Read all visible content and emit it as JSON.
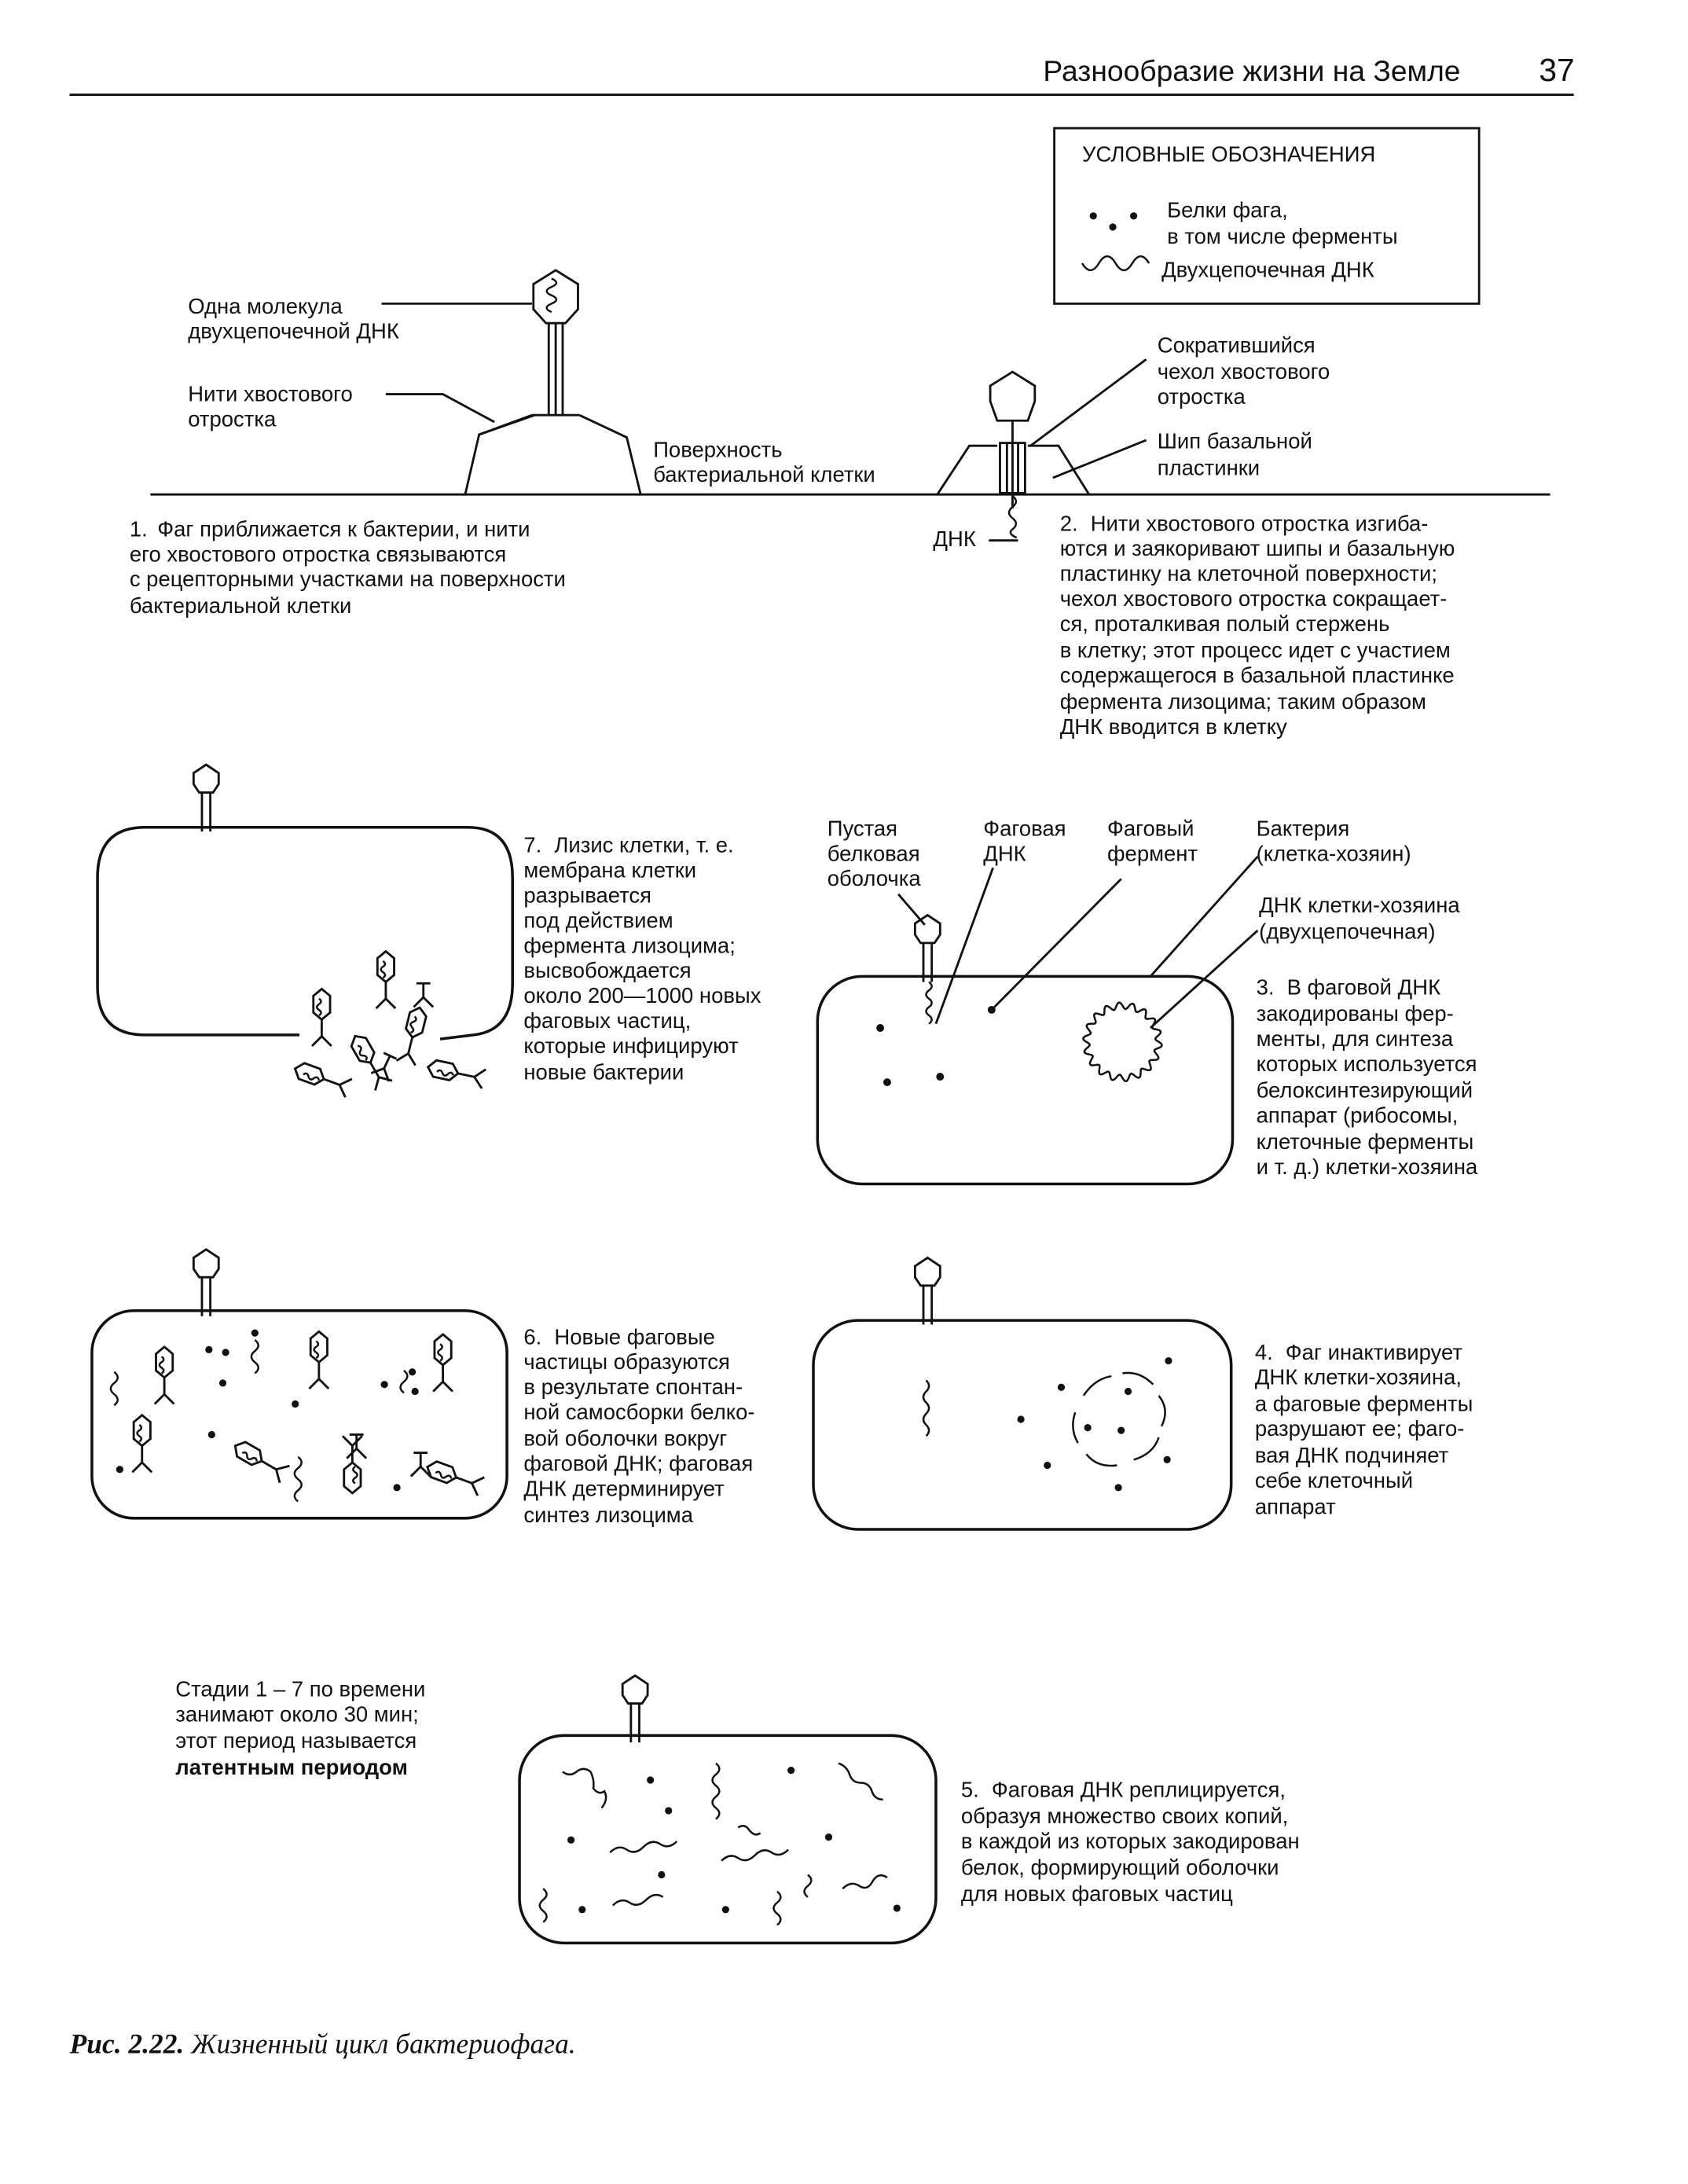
{
  "header": {
    "title": "Разнообразие жизни на Земле",
    "page_number": "37"
  },
  "legend": {
    "title": "УСЛОВНЫЕ ОБОЗНАЧЕНИЯ",
    "proteins_line1": "Белки фага,",
    "proteins_line2": "в том числе ферменты",
    "dna": "Двухцепочечная ДНК"
  },
  "labels": {
    "one_molecule_1": "Одна молекула",
    "one_molecule_2": "двухцепочечной ДНК",
    "tail_fibers_1": "Нити хвостового",
    "tail_fibers_2": "отростка",
    "surface_1": "Поверхность",
    "surface_2": "бактериальной клетки",
    "contracted_1": "Сократившийся",
    "contracted_2": "чехол хвостового",
    "contracted_3": "отростка",
    "spike_1": "Шип базальной",
    "spike_2": "пластинки",
    "dna_short": "ДНК",
    "empty_coat_1": "Пустая",
    "empty_coat_2": "белковая",
    "empty_coat_3": "оболочка",
    "phage_dna_1": "Фаговая",
    "phage_dna_2": "ДНК",
    "phage_enzyme_1": "Фаговый",
    "phage_enzyme_2": "фермент",
    "bacterium_1": "Бактерия",
    "bacterium_2": "(клетка-хозяин)",
    "host_dna_1": "ДНК клетки-хозяина",
    "host_dna_2": "(двухцепочечная)"
  },
  "steps": {
    "s1": {
      "num": "1.",
      "lines": [
        "Фаг приближается к бактерии, и нити",
        "его хвостового отростка связываются",
        "с рецепторными участками на поверхности",
        "бактериальной клетки"
      ]
    },
    "s2": {
      "num": "2.",
      "lines": [
        "Нити хвостового отростка изгиба-",
        "ются и заякоривают шипы и базальную",
        "пластинку на клеточной поверхности;",
        "чехол хвостового отростка сокращает-",
        "ся, проталкивая полый стержень",
        "в клетку; этот процесс идет с участием",
        "содержащегося в базальной  пластинке",
        "фермента лизоцима; таким образом",
        "ДНК вводится в клетку"
      ]
    },
    "s3": {
      "num": "3.",
      "lines": [
        "В фаговой ДНК",
        "закодированы фер-",
        "менты, для синтеза",
        "которых используется",
        "белоксинтезирующий",
        "аппарат (рибосомы,",
        "клеточные ферменты",
        "и т. д.) клетки-хозяина"
      ]
    },
    "s4": {
      "num": "4.",
      "lines": [
        "Фаг инактивирует",
        "ДНК клетки-хозяина,",
        "а фаговые ферменты",
        "разрушают ее; фаго-",
        "вая ДНК подчиняет",
        "себе клеточный",
        "аппарат"
      ]
    },
    "s5": {
      "num": "5.",
      "lines": [
        "Фаговая ДНК реплицируется,",
        "образуя множество своих копий,",
        "в каждой из которых закодирован",
        "белок, формирующий оболочки",
        "для новых фаговых частиц"
      ]
    },
    "s6": {
      "num": "6.",
      "lines": [
        "Новые фаговые",
        "частицы    образуются",
        "в результате спонтан-",
        "ной самосборки белко-",
        "вой оболочки вокруг",
        "фаговой ДНК; фаговая",
        "ДНК детерминирует",
        "синтез  лизоцима"
      ]
    },
    "s7": {
      "num": "7.",
      "lines": [
        "Лизис клетки, т. е.",
        "мембрана клетки",
        "разрывается",
        "под действием",
        "фермента лизоцима;",
        "высвобождается",
        "около 200—1000 новых",
        "фаговых частиц,",
        "которые инфицируют",
        "новые бактерии"
      ]
    }
  },
  "latent": {
    "line1": "Стадии 1 – 7 по времени",
    "line2": "занимают около 30 мин;",
    "line3": "этот период называется",
    "line4": "латентным периодом"
  },
  "caption": {
    "label": "Рис. 2.22.",
    "text": "Жизненный цикл бактериофага."
  }
}
